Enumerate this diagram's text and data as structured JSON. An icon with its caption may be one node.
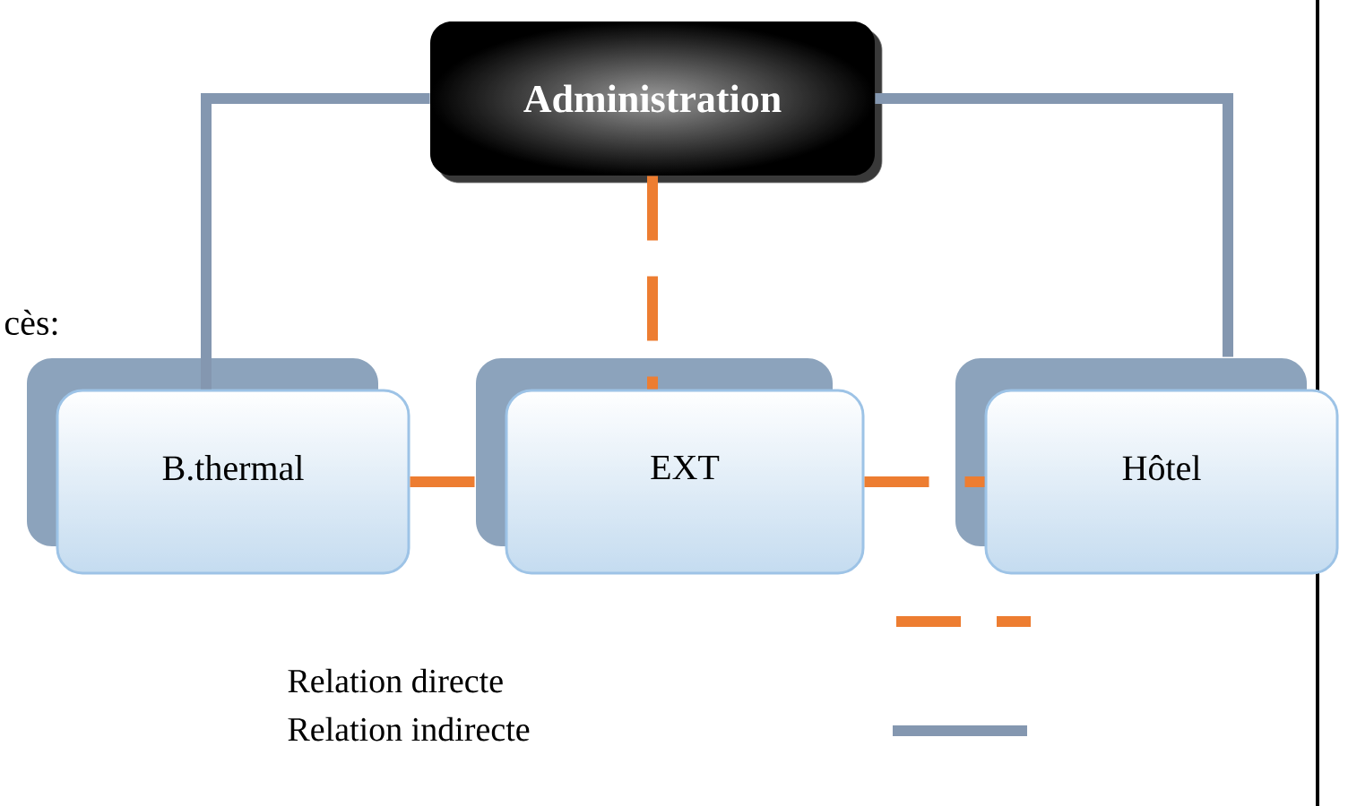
{
  "diagram": {
    "nodes": [
      {
        "text": [
          "Administration"
        ]
      },
      {
        "text": [
          "B.thermal"
        ]
      },
      {
        "text": [
          "EXT"
        ]
      },
      {
        "text": [
          "Hôtel"
        ]
      }
    ],
    "edges": [
      {
        "from": 0,
        "to": 1,
        "arrow": "none",
        "color": "#8497b0"
      },
      {
        "from": 0,
        "to": 3,
        "arrow": "none",
        "color": "#8497b0"
      },
      {
        "from": 0,
        "to": 2,
        "arrow": "none",
        "style": "dashed"
      },
      {
        "from": 1,
        "to": 2,
        "arrow": "none",
        "style": "dashed"
      },
      {
        "from": 2,
        "to": 3,
        "arrow": "none",
        "style": "dashed"
      }
    ],
    "labels": [
      "cès:"
    ],
    "legend": [
      {
        "text": "Relation directe"
      },
      {
        "text": "Relation indirecte"
      }
    ]
  }
}
